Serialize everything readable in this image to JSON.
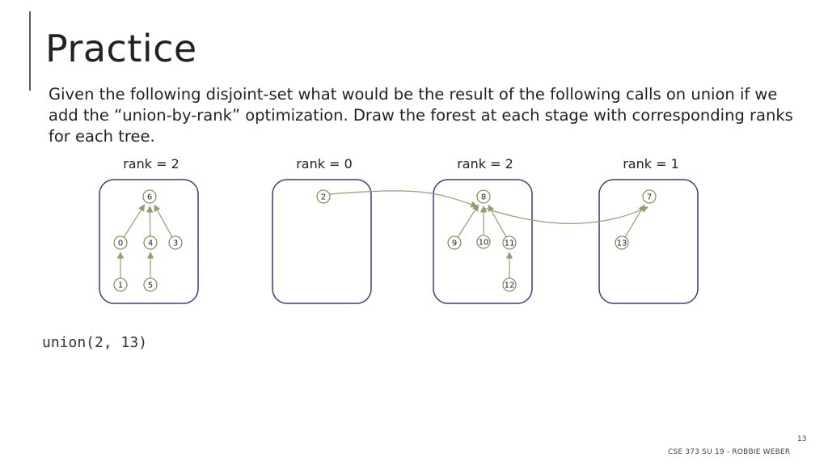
{
  "slide": {
    "title": "Practice",
    "prompt": "Given the following disjoint-set what would be the result of the following calls on union if we add the “union-by-rank” optimization. Draw the forest at each stage with corresponding ranks for each tree.",
    "code": "union(2, 13)",
    "page_number": "13",
    "footer": "CSE 373 SU 19 - ROBBIE WEBER"
  },
  "trees": [
    {
      "rank_label": "rank = 2",
      "nodes": [
        {
          "id": "6",
          "parent": null
        },
        {
          "id": "0",
          "parent": "6"
        },
        {
          "id": "4",
          "parent": "6"
        },
        {
          "id": "3",
          "parent": "6"
        },
        {
          "id": "1",
          "parent": "0"
        },
        {
          "id": "5",
          "parent": "4"
        }
      ]
    },
    {
      "rank_label": "rank = 0",
      "nodes": [
        {
          "id": "2",
          "parent": "8"
        }
      ]
    },
    {
      "rank_label": "rank = 2",
      "nodes": [
        {
          "id": "8",
          "parent": "7"
        },
        {
          "id": "9",
          "parent": "8"
        },
        {
          "id": "10",
          "parent": "8"
        },
        {
          "id": "11",
          "parent": "8"
        },
        {
          "id": "12",
          "parent": "11"
        }
      ]
    },
    {
      "rank_label": "rank = 1",
      "nodes": [
        {
          "id": "7",
          "parent": null
        },
        {
          "id": "13",
          "parent": "7"
        }
      ]
    }
  ],
  "colors": {
    "box_stroke": "#3f3a7a",
    "node_stroke": "#7a7a4a",
    "edge": "#9a9a70"
  }
}
